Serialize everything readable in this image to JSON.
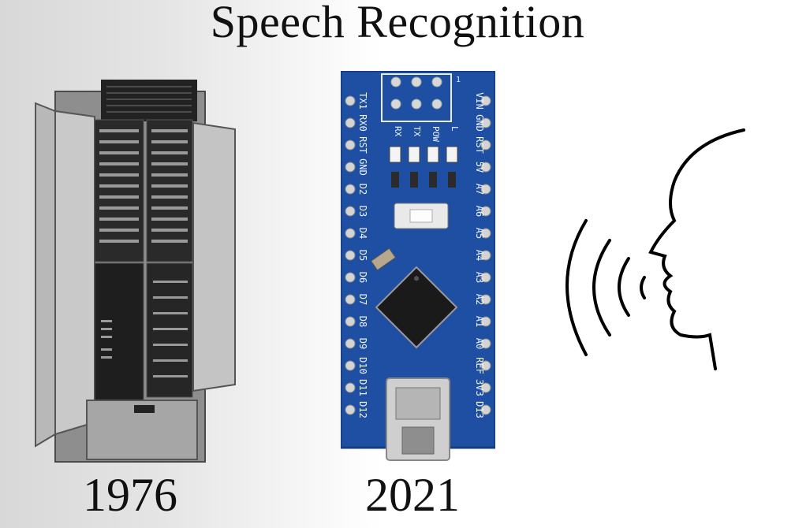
{
  "title": "Speech Recognition",
  "years": {
    "left": "1976",
    "right": "2021"
  },
  "board": {
    "left_pins": [
      "TX1",
      "RX0",
      "RST",
      "GND",
      "D2",
      "D3",
      "D4",
      "D5",
      "D6",
      "D7",
      "D8",
      "D9",
      "D10",
      "D11",
      "D12"
    ],
    "right_pins": [
      "VIN",
      "GND",
      "RST",
      "5V",
      "A7",
      "A6",
      "A5",
      "A4",
      "A3",
      "A2",
      "A1",
      "A0",
      "REF",
      "3V3",
      "D13"
    ],
    "leds": [
      "RX",
      "TX",
      "POW",
      "L"
    ],
    "header_mark": "1"
  },
  "icons": {
    "computer": "vintage-mainframe-cabinet",
    "board": "microcontroller-board",
    "speaker": "speaking-head-icon"
  },
  "colors": {
    "pcb": "#1f4fa3",
    "pcb_dark": "#163d84",
    "text": "#111111"
  }
}
